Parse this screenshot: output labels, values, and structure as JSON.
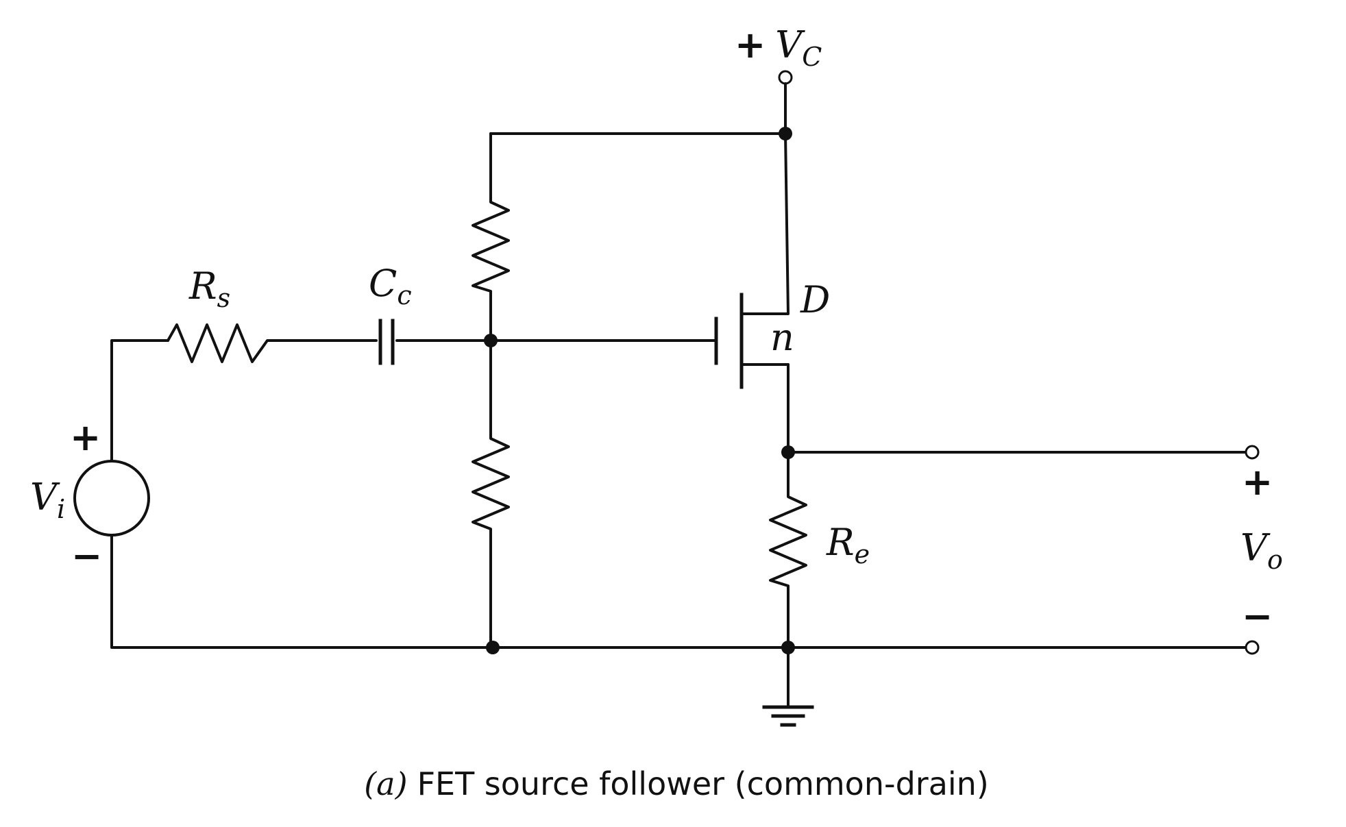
{
  "labels": {
    "supply": {
      "sign": "+",
      "main": "V",
      "sub": "C"
    },
    "source_resistor": {
      "main": "R",
      "sub": "s"
    },
    "coupling_capacitor": {
      "main": "C",
      "sub": "c"
    },
    "drain": "D",
    "channel": "n",
    "input_source": {
      "main": "V",
      "sub": "i",
      "plus": "+",
      "minus": "−"
    },
    "emitter_resistor": {
      "main": "R",
      "sub": "e"
    },
    "output": {
      "main": "V",
      "sub": "o",
      "plus": "+",
      "minus": "−"
    }
  },
  "caption": {
    "tag": "(a)",
    "text": "FET source follower (common-drain)"
  }
}
